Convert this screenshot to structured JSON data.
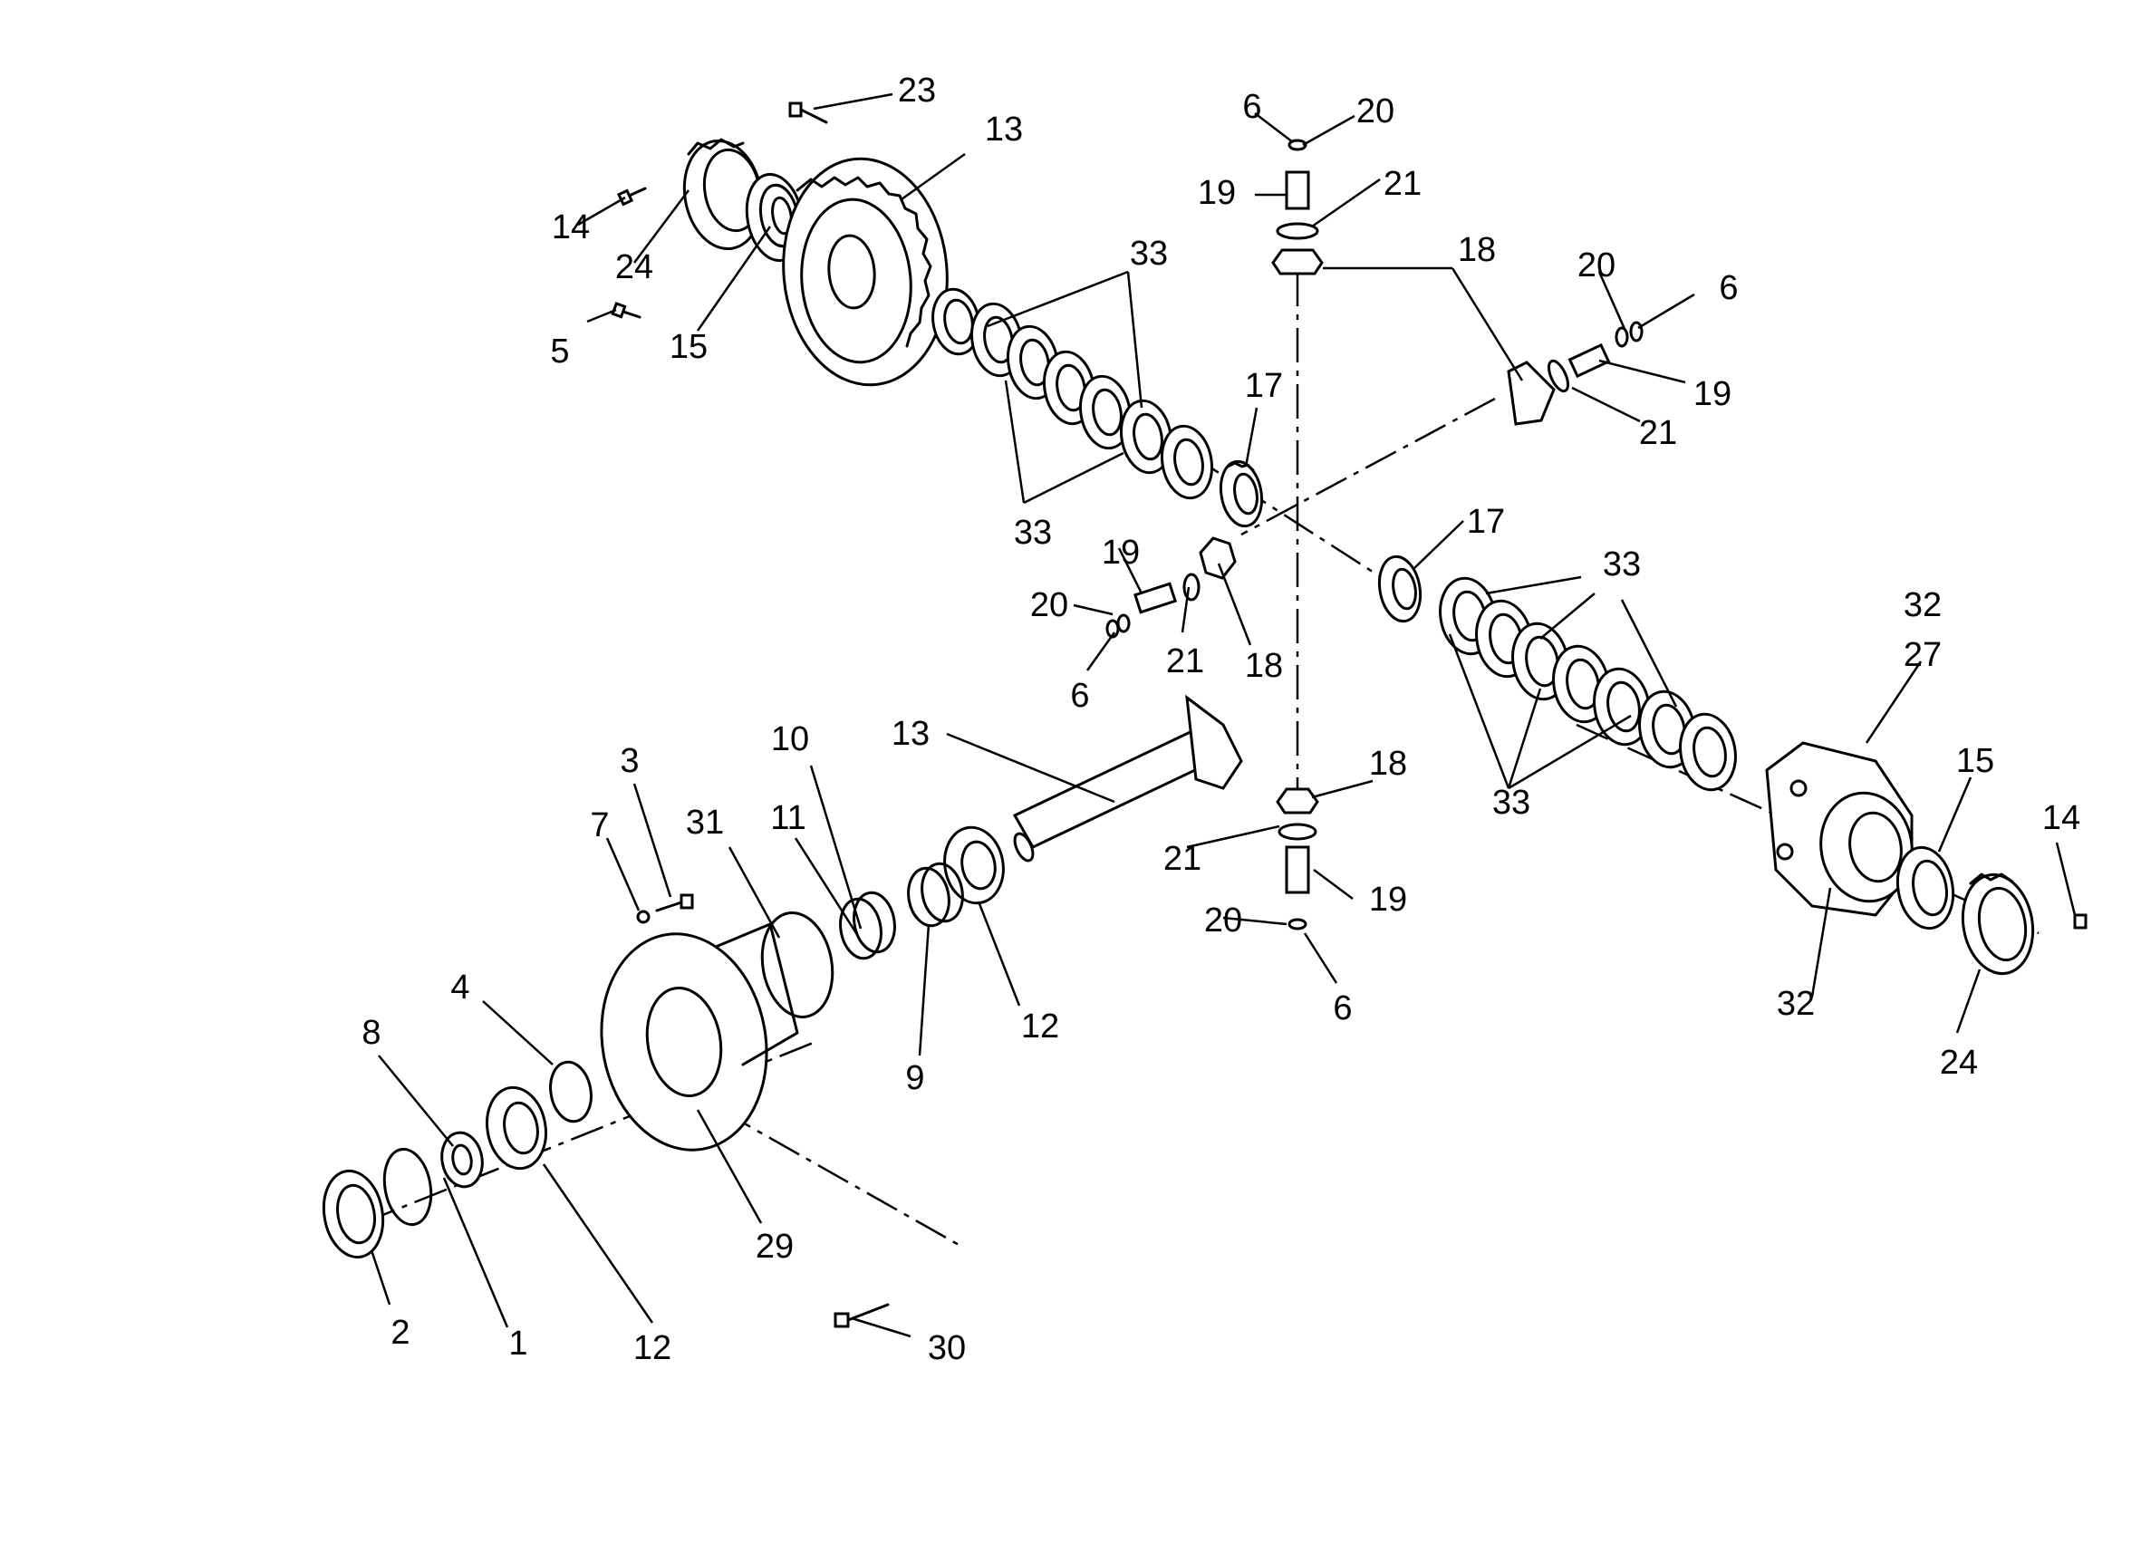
{
  "callouts": {
    "c1": "1",
    "c2": "2",
    "c3": "3",
    "c4": "4",
    "c5": "5",
    "c6": "6",
    "c7": "7",
    "c8": "8",
    "c9": "9",
    "c10": "10",
    "c11": "11",
    "c12": "12",
    "c13": "13",
    "c14": "14",
    "c15": "15",
    "c17": "17",
    "c18": "18",
    "c19": "19",
    "c20": "20",
    "c21": "21",
    "c23": "23",
    "c24": "24",
    "c27": "27",
    "c29": "29",
    "c30": "30",
    "c31": "31",
    "c32": "32",
    "c33": "33"
  }
}
